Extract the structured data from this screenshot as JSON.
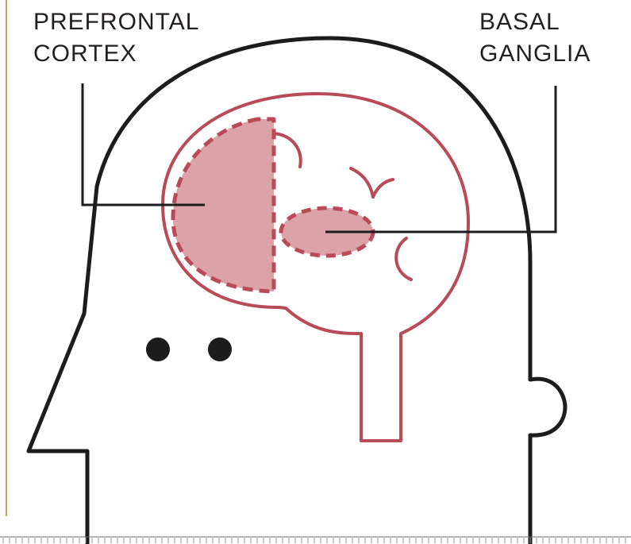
{
  "labels": {
    "prefrontal_cortex": [
      "PREFRONTAL",
      "CORTEX"
    ],
    "basal_ganglia": [
      "BASAL",
      "GANGLIA"
    ]
  },
  "colors": {
    "outline": "#1c1c1c",
    "brain_outline": "#b94a57",
    "highlight_fill": "#dba2a8",
    "left_border": "#c2a85c",
    "ruler": "#6b6b6b"
  }
}
